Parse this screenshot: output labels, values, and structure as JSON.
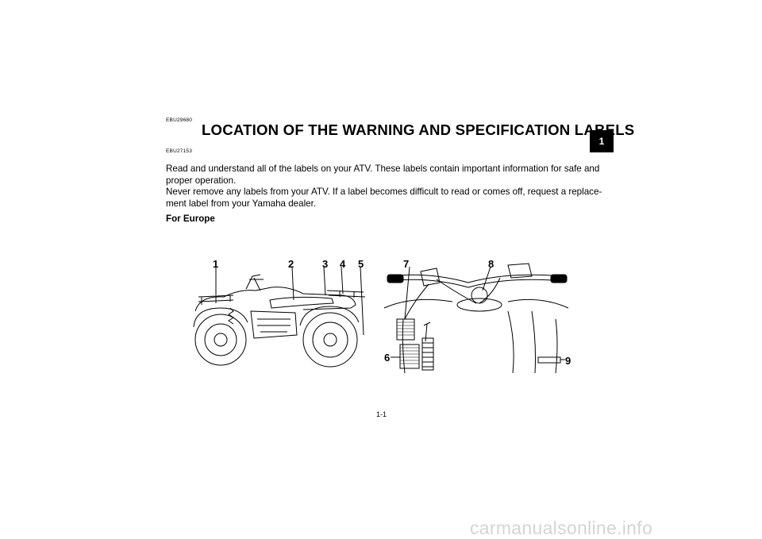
{
  "doc": {
    "code_top": "EBU29680",
    "title": "LOCATION OF THE WARNING AND SPECIFICATION LABELS",
    "code_mid": "EBU27153",
    "paragraph1": "Read and understand all of the labels on your ATV. These labels contain important information for safe and proper operation.",
    "paragraph2": "Never remove any labels from your ATV. If a label becomes difficult to read or comes off, request a replace-ment label from your Yamaha dealer.",
    "subheading": "For Europe",
    "chapter_tab": "1",
    "page_number": "1-1"
  },
  "figure": {
    "atv_callouts": [
      "1",
      "2",
      "3",
      "4",
      "5"
    ],
    "handlebar_callouts": [
      "7",
      "8",
      "6",
      "9"
    ]
  },
  "watermark": "carmanualsonline.info"
}
